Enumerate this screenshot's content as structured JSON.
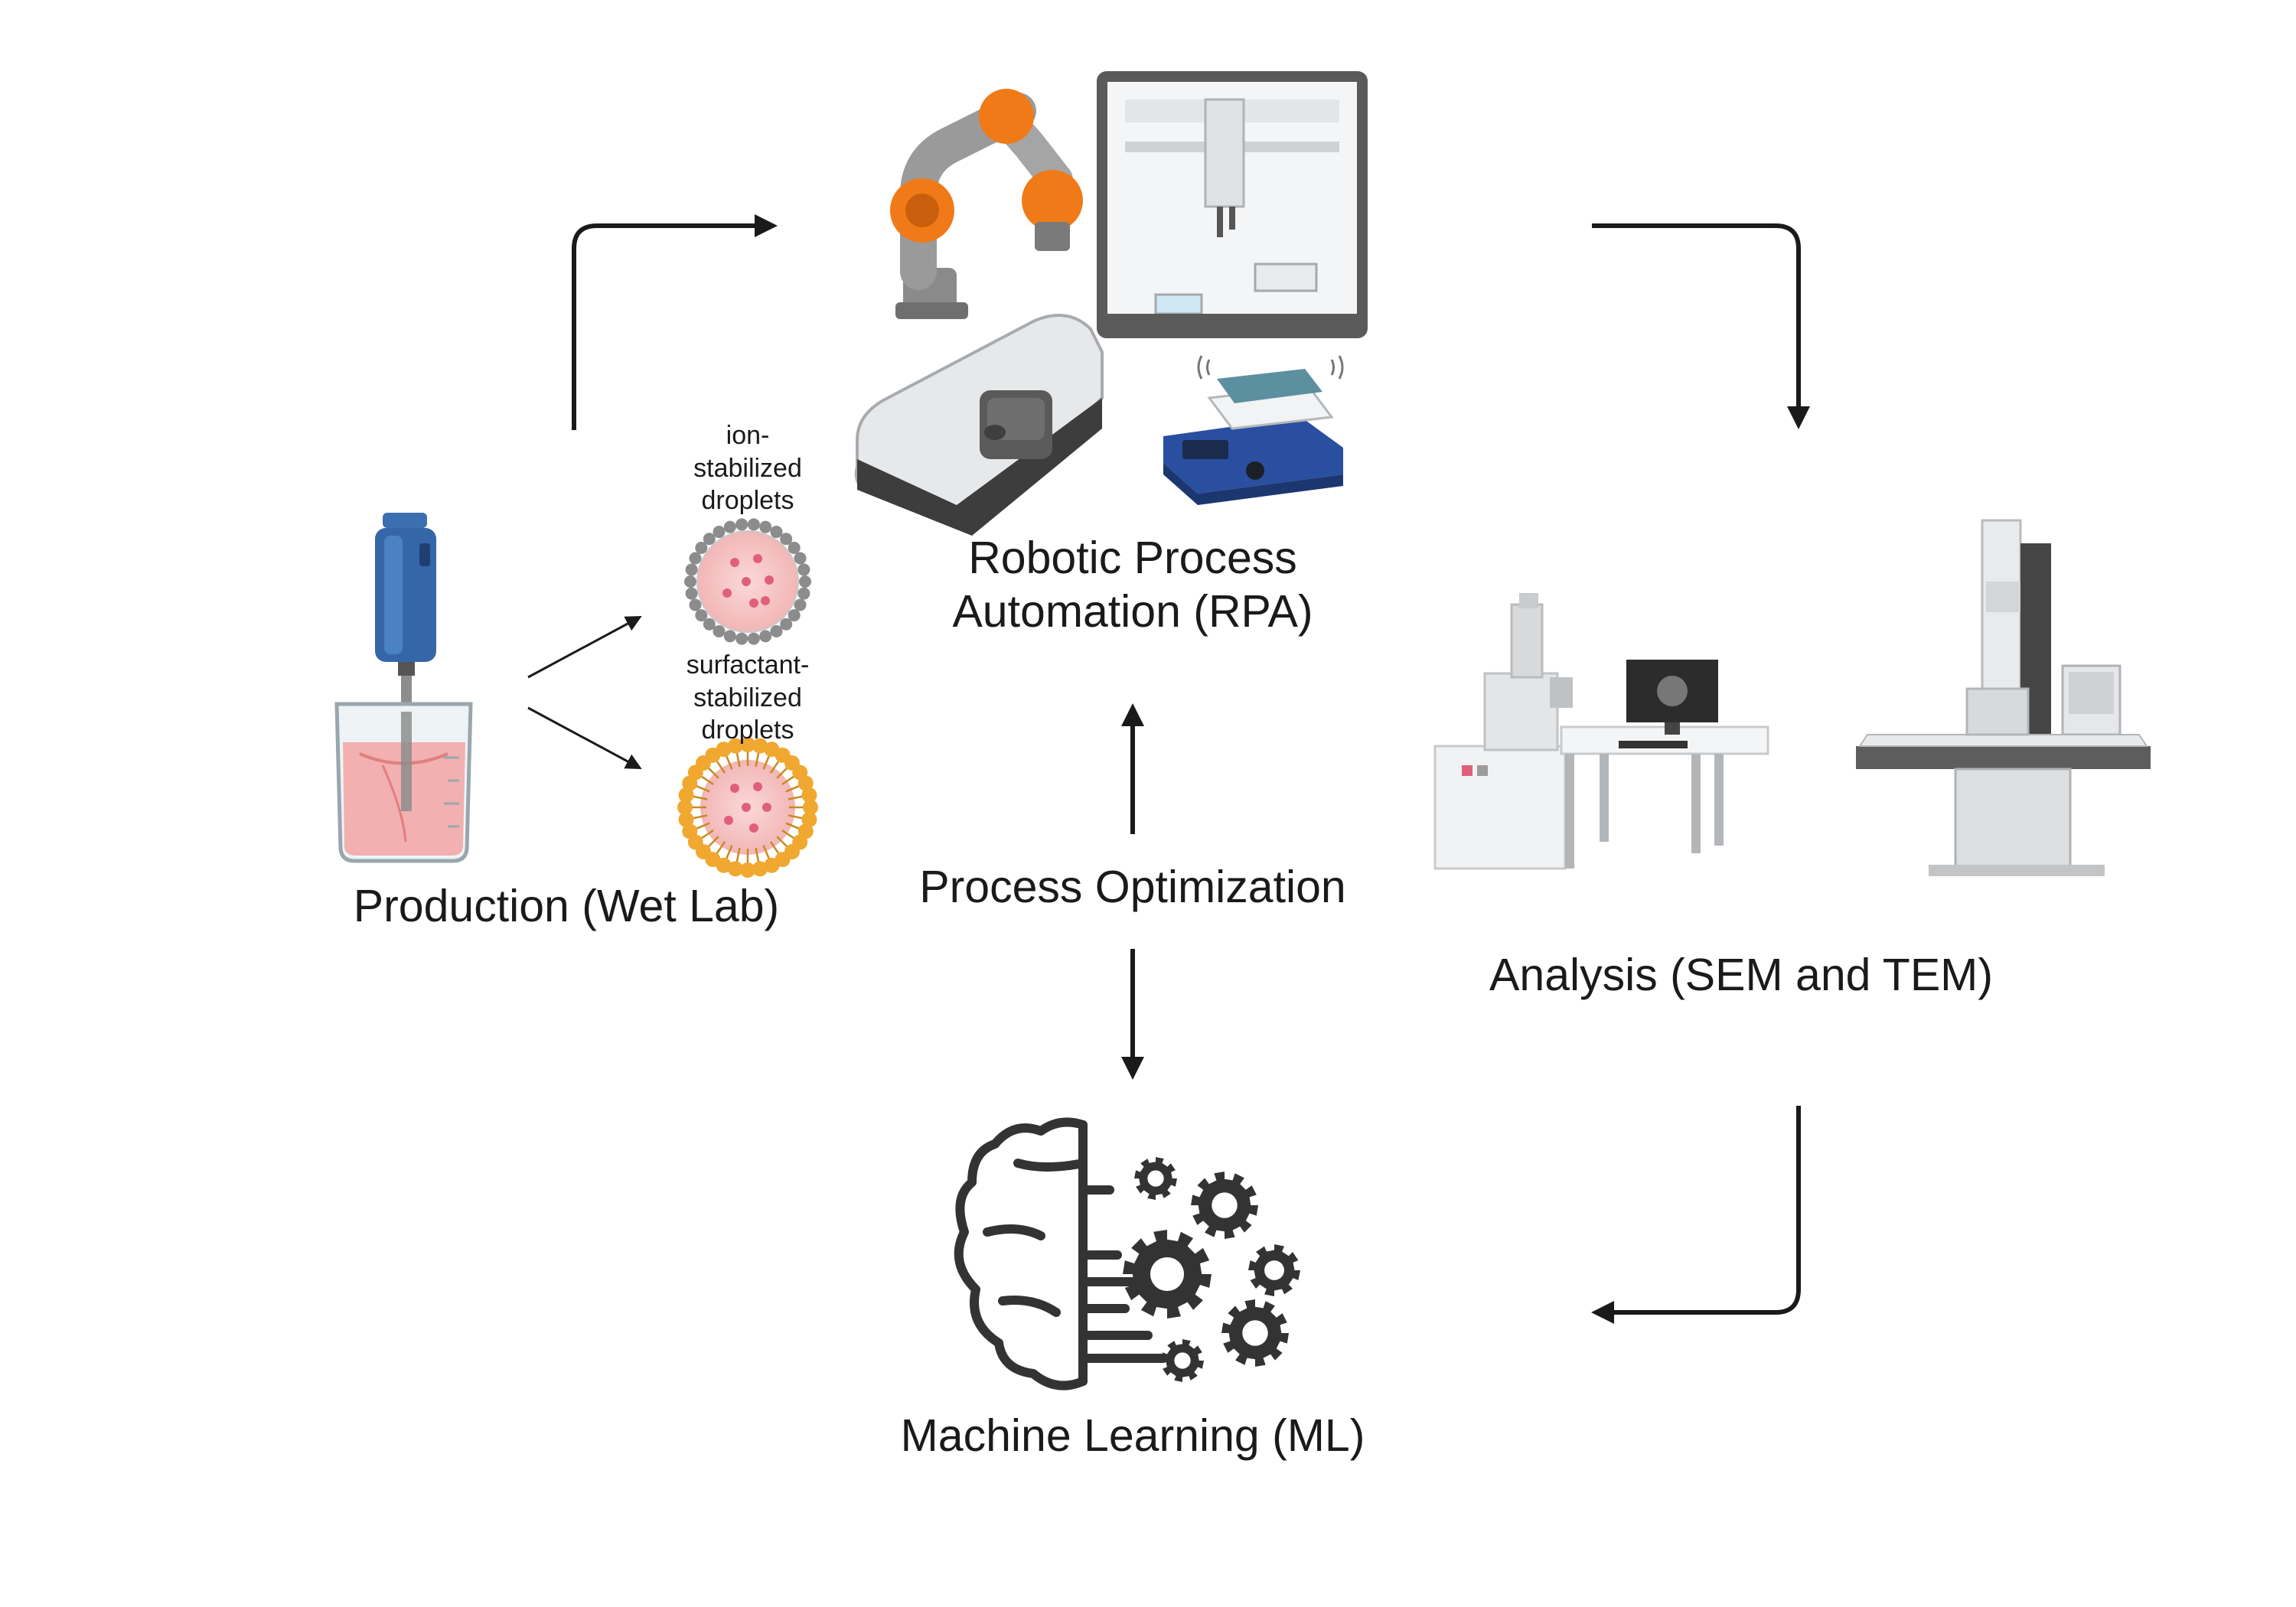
{
  "nodes": {
    "production": {
      "label": "Production (Wet Lab)"
    },
    "rpa": {
      "label_line1": "Robotic Process",
      "label_line2": "Automation (RPA)"
    },
    "analysis": {
      "label": "Analysis (SEM and TEM)"
    },
    "ml": {
      "label": "Machine Learning (ML)"
    },
    "optimization": {
      "label": "Process Optimization"
    }
  },
  "droplets": {
    "ion": {
      "line1": "ion-",
      "line2": "stabilized",
      "line3": "droplets"
    },
    "surfactant": {
      "line1": "surfactant-",
      "line2": "stabilized",
      "line3": "droplets"
    }
  },
  "colors": {
    "arrow": "#1a1a1a",
    "robot_orange": "#f07a18",
    "shaker_blue": "#2a4fa0",
    "liquid_pink": "#f2a9a9",
    "surfactant_orange": "#f0a830",
    "ion_gray": "#8c8c8c"
  }
}
